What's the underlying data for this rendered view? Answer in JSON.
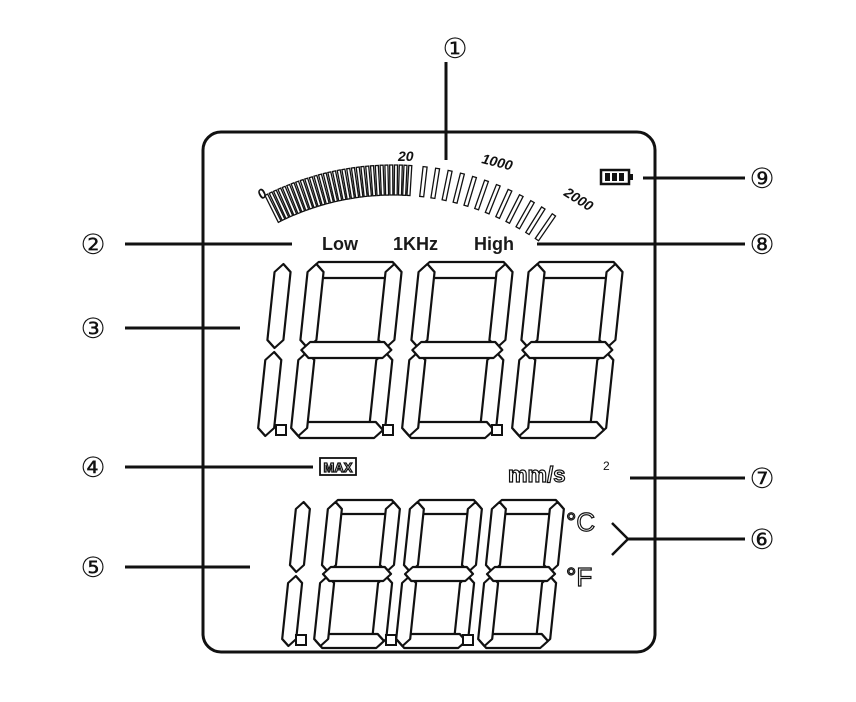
{
  "callouts": {
    "c1": "①",
    "c2": "②",
    "c3": "③",
    "c4": "④",
    "c5": "⑤",
    "c6": "⑥",
    "c7": "⑦",
    "c8": "⑧",
    "c9": "⑨"
  },
  "bargraph": {
    "scale_labels": {
      "s0": "0",
      "s20": "20",
      "s1000": "1000",
      "s2000": "2000"
    },
    "dense_bars": 32,
    "sparse_bars": 12
  },
  "frequency": {
    "low": "Low",
    "mid": "1KHz",
    "high": "High"
  },
  "indicators": {
    "max": "MAX",
    "unit_main": "mm/s",
    "unit_exp": "2",
    "celsius": "°C",
    "fahrenheit": "°F"
  },
  "battery": {
    "level_bars": 3
  },
  "display": {
    "primary_digits": [
      "1",
      "8",
      "8",
      "8"
    ],
    "secondary_digits": [
      "1",
      "8",
      "8",
      "8"
    ]
  }
}
